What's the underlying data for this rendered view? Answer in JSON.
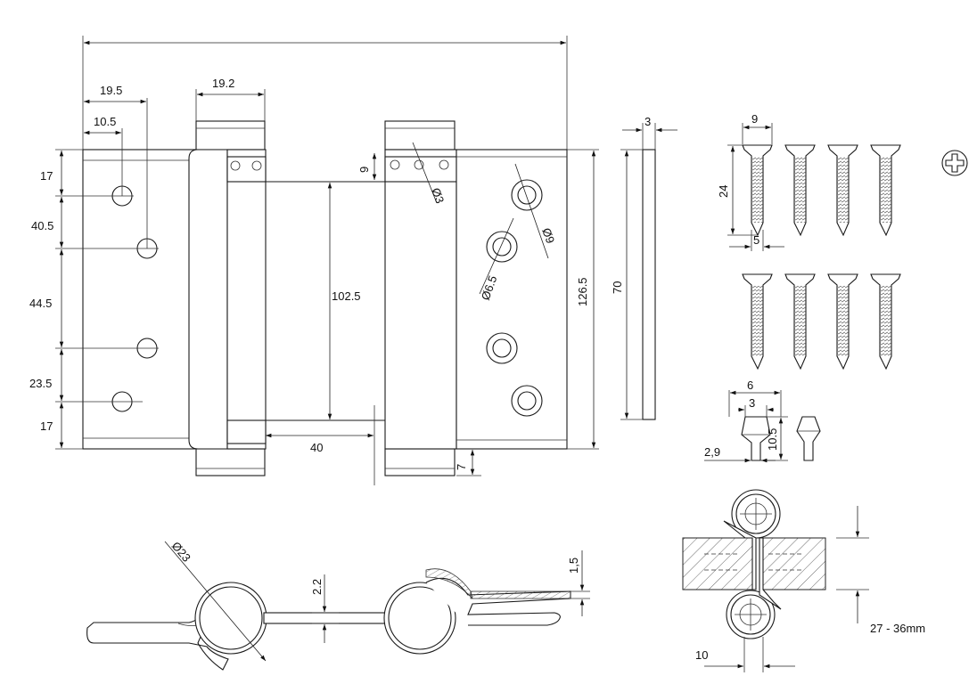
{
  "front_view": {
    "dim_19_5": "19.5",
    "dim_10_5": "10.5",
    "dim_19_2": "19.2",
    "dim_17_top": "17",
    "dim_40_5": "40.5",
    "dim_44_5": "44.5",
    "dim_23_5": "23.5",
    "dim_17_bottom": "17",
    "dim_9": "9",
    "dim_d3": "Ø3",
    "dim_d9": "Ø9",
    "dim_d6_5": "Ø6.5",
    "dim_102_5": "102.5",
    "dim_40": "40",
    "dim_7": "7",
    "dim_126_5": "126.5"
  },
  "side_view": {
    "dim_3": "3",
    "dim_70": "70"
  },
  "screws": {
    "dim_9": "9",
    "dim_24": "24",
    "dim_5": "5"
  },
  "plug": {
    "dim_6": "6",
    "dim_3": "3",
    "dim_10_5": "10.5",
    "dim_2_9": "2,9"
  },
  "top_view": {
    "dim_d23": "Ø23",
    "dim_2_2": "2.2",
    "dim_1_5": "1,5"
  },
  "install": {
    "range": "27 - 36mm",
    "dim_10": "10"
  },
  "icons": {
    "phillips": "phillips-head-icon"
  },
  "colors": {
    "line": "#1a1a1a",
    "background": "#ffffff"
  }
}
